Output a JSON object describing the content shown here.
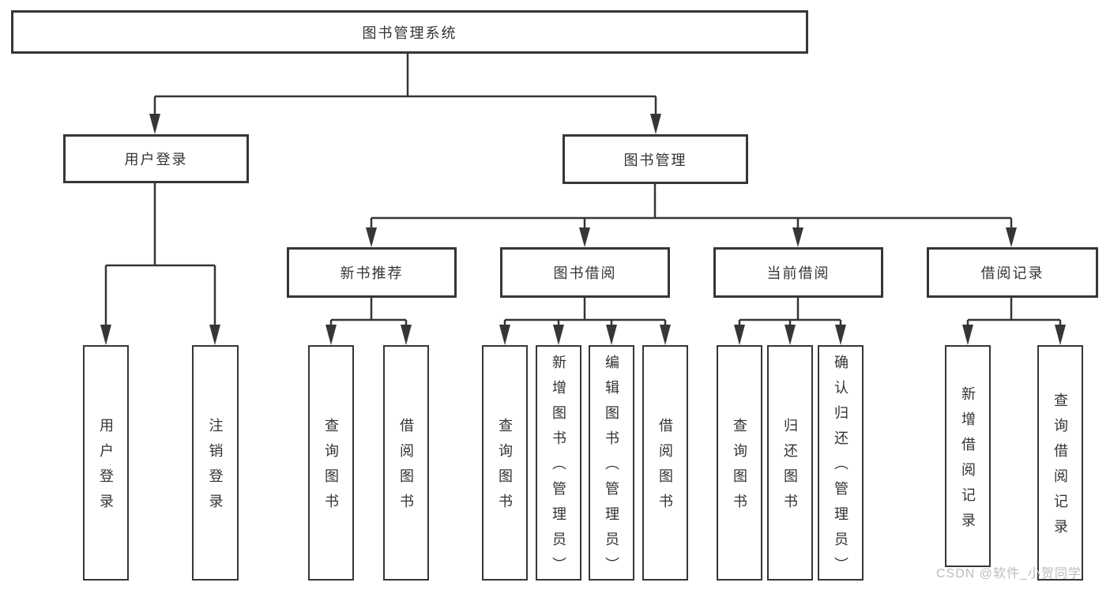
{
  "diagram": {
    "root": "图书管理系统",
    "level2": {
      "user_login": "用户登录",
      "book_mgmt": "图书管理"
    },
    "level3": {
      "new_books": "新书推荐",
      "book_borrow": "图书借阅",
      "current_borrow": "当前借阅",
      "borrow_records": "借阅记录"
    },
    "leaves": {
      "user_login": [
        "用户登录",
        "注销登录"
      ],
      "new_books": [
        "查询图书",
        "借阅图书"
      ],
      "book_borrow": [
        "查询图书",
        "新增图书（管理员）",
        "编辑图书（管理员）",
        "借阅图书"
      ],
      "current_borrow": [
        "查询图书",
        "归还图书",
        "确认归还（管理员）"
      ],
      "borrow_records": [
        "新增借阅记录",
        "查询借阅记录"
      ]
    }
  },
  "colors": {
    "line": "#363636",
    "text": "#333333",
    "watermark": "#bdbdbd"
  },
  "watermark": "CSDN @软件_小贺同学"
}
